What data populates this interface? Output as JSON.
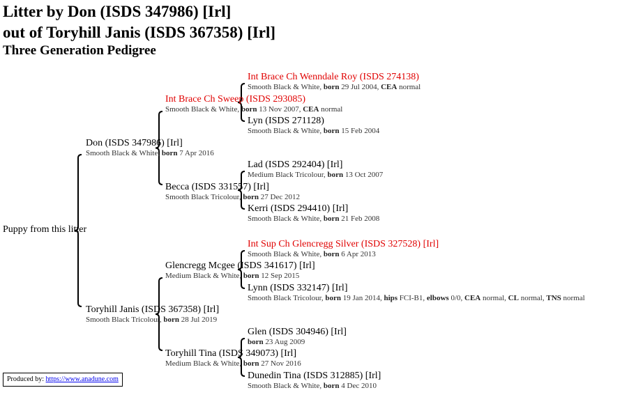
{
  "title_line1": "Litter by Don (ISDS 347986) [Irl]",
  "title_line2": "out of Toryhill Janis (ISDS 367358) [Irl]",
  "subtitle": "Three Generation Pedigree",
  "puppy_label": "Puppy from this litter",
  "sire": {
    "name": "Don (ISDS 347986) [Irl]",
    "desc": "Smooth Black & White,",
    "born": "7 Apr 2016",
    "sire": {
      "name": "Int Brace Ch Sweep (ISDS 293085)",
      "desc": "Smooth Black & White,",
      "born": "13 Nov 2007,",
      "cea": "normal",
      "sire": {
        "name": "Int Brace Ch Wenndale Roy (ISDS 274138)",
        "desc": "Smooth Black & White,",
        "born": "29 Jul 2004,",
        "cea": "normal"
      },
      "dam": {
        "name": "Lyn (ISDS 271128)",
        "desc": "Smooth Black & White,",
        "born": "15 Feb 2004"
      }
    },
    "dam": {
      "name": "Becca (ISDS 331557) [Irl]",
      "desc": "Smooth Black Tricolour,",
      "born": "27 Dec 2012",
      "sire": {
        "name": "Lad (ISDS 292404) [Irl]",
        "desc": "Medium Black Tricolour,",
        "born": "13 Oct 2007"
      },
      "dam": {
        "name": "Kerri (ISDS 294410) [Irl]",
        "desc": "Smooth Black & White,",
        "born": "21 Feb 2008"
      }
    }
  },
  "dam": {
    "name": "Toryhill Janis (ISDS 367358) [Irl]",
    "desc": "Smooth Black Tricolour,",
    "born": "28 Jul 2019",
    "sire": {
      "name": "Glencregg Mcgee (ISDS 341617) [Irl]",
      "desc": "Medium Black & White,",
      "born": "12 Sep 2015",
      "sire": {
        "name": "Int Sup Ch Glencregg Silver (ISDS 327528) [Irl]",
        "desc": "Smooth Black & White,",
        "born": "6 Apr 2013"
      },
      "dam": {
        "name": "Lynn (ISDS 332147) [Irl]",
        "desc": "Smooth Black Tricolour,",
        "born": "19 Jan 2014,",
        "hips": "FCI-B1,",
        "elbows": "0/0,",
        "cea": "normal,",
        "cl": "normal,",
        "tns": "normal"
      }
    },
    "dam": {
      "name": "Toryhill Tina (ISDS 349073) [Irl]",
      "desc": "Medium Black & White,",
      "born": "27 Nov 2016",
      "sire": {
        "name": "Glen (ISDS 304946) [Irl]",
        "born": "23 Aug 2009"
      },
      "dam": {
        "name": "Dunedin Tina (ISDS 312885) [Irl]",
        "desc": "Smooth Black & White,",
        "born": "4 Dec 2010"
      }
    }
  },
  "labels": {
    "born": "born",
    "cea": "CEA",
    "hips": "hips",
    "elbows": "elbows",
    "cl": "CL",
    "tns": "TNS"
  },
  "footer": {
    "prefix": "Produced by:",
    "link": "https://www.anadune.com"
  },
  "colors": {
    "champion": "#e00000",
    "link": "#0000ee"
  }
}
